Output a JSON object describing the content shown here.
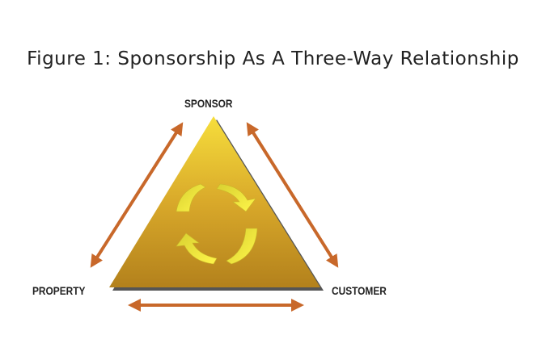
{
  "title": "Figure 1: Sponsorship As A Three-Way Relationship",
  "nodes": {
    "top": "SPONSOR",
    "left": "PROPERTY",
    "right": "CUSTOMER"
  },
  "colors": {
    "arrow": "#c8682a",
    "triangle_top": "#f4d83a",
    "triangle_bottom": "#b8861e",
    "cycle_arrow": "#f2ee3a"
  }
}
